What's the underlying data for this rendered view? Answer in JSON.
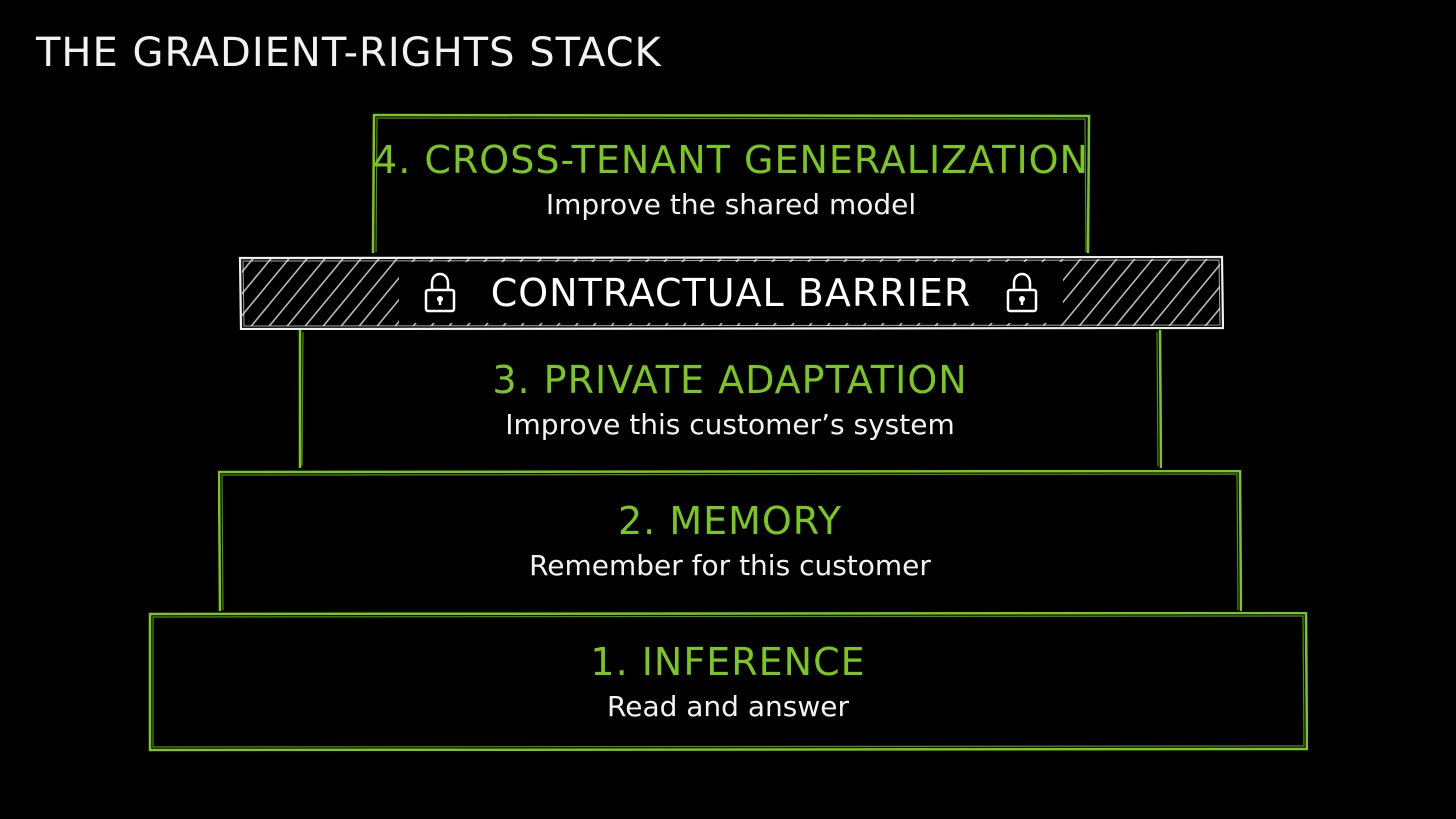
{
  "title": "THE GRADIENT-RIGHTS STACK",
  "colors": {
    "background": "#000000",
    "accent_green": "#7cc71d",
    "text_white": "#f2f2f2"
  },
  "tiers": [
    {
      "name": "1. INFERENCE",
      "description": "Read and answer"
    },
    {
      "name": "2. MEMORY",
      "description": "Remember for this customer"
    },
    {
      "name": "3. PRIVATE ADAPTATION",
      "description": "Improve this customer’s system"
    },
    {
      "name": "4. CROSS-TENANT GENERALIZATION",
      "description": "Improve the shared model"
    }
  ],
  "barrier": {
    "label": "CONTRACTUAL BARRIER",
    "icons": [
      "lock-icon",
      "lock-icon"
    ]
  }
}
